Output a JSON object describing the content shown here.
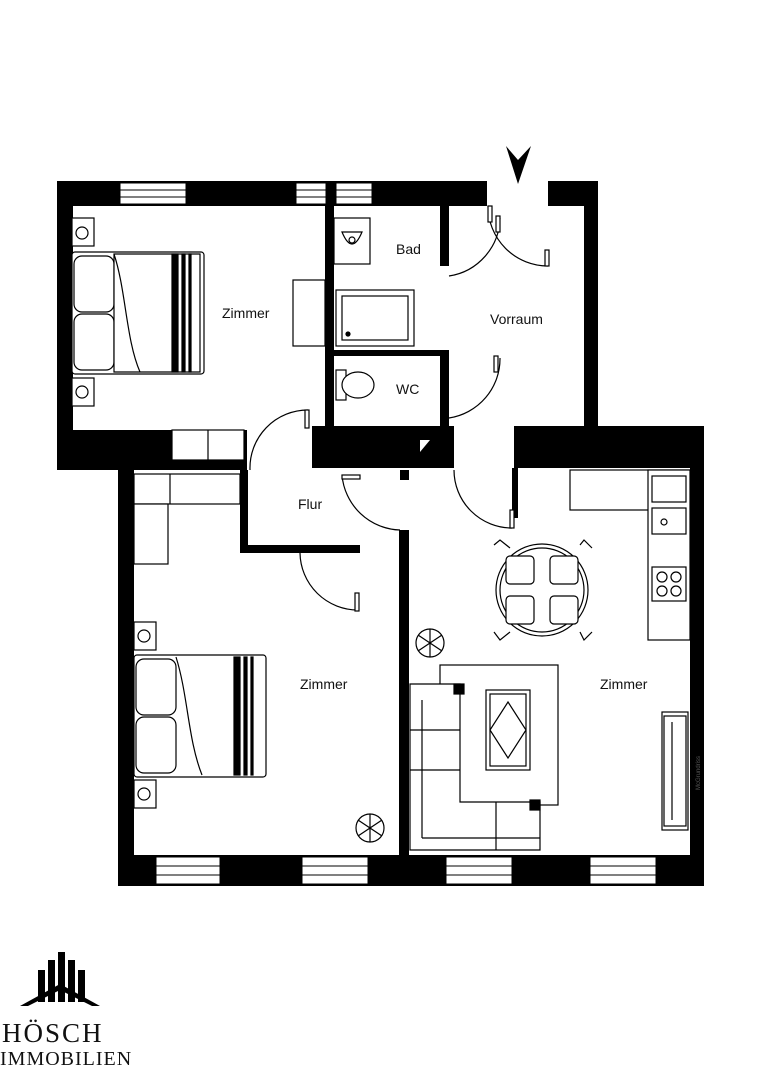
{
  "rooms": {
    "zimmer_top_left": "Zimmer",
    "bad": "Bad",
    "vorraum": "Vorraum",
    "wc": "WC",
    "flur": "Flur",
    "zimmer_bottom_left": "Zimmer",
    "zimmer_right": "Zimmer"
  },
  "watermark": "McGrundriss",
  "logo": {
    "name": "HÖSCH",
    "subtitle": "IMMOBILIEN"
  }
}
